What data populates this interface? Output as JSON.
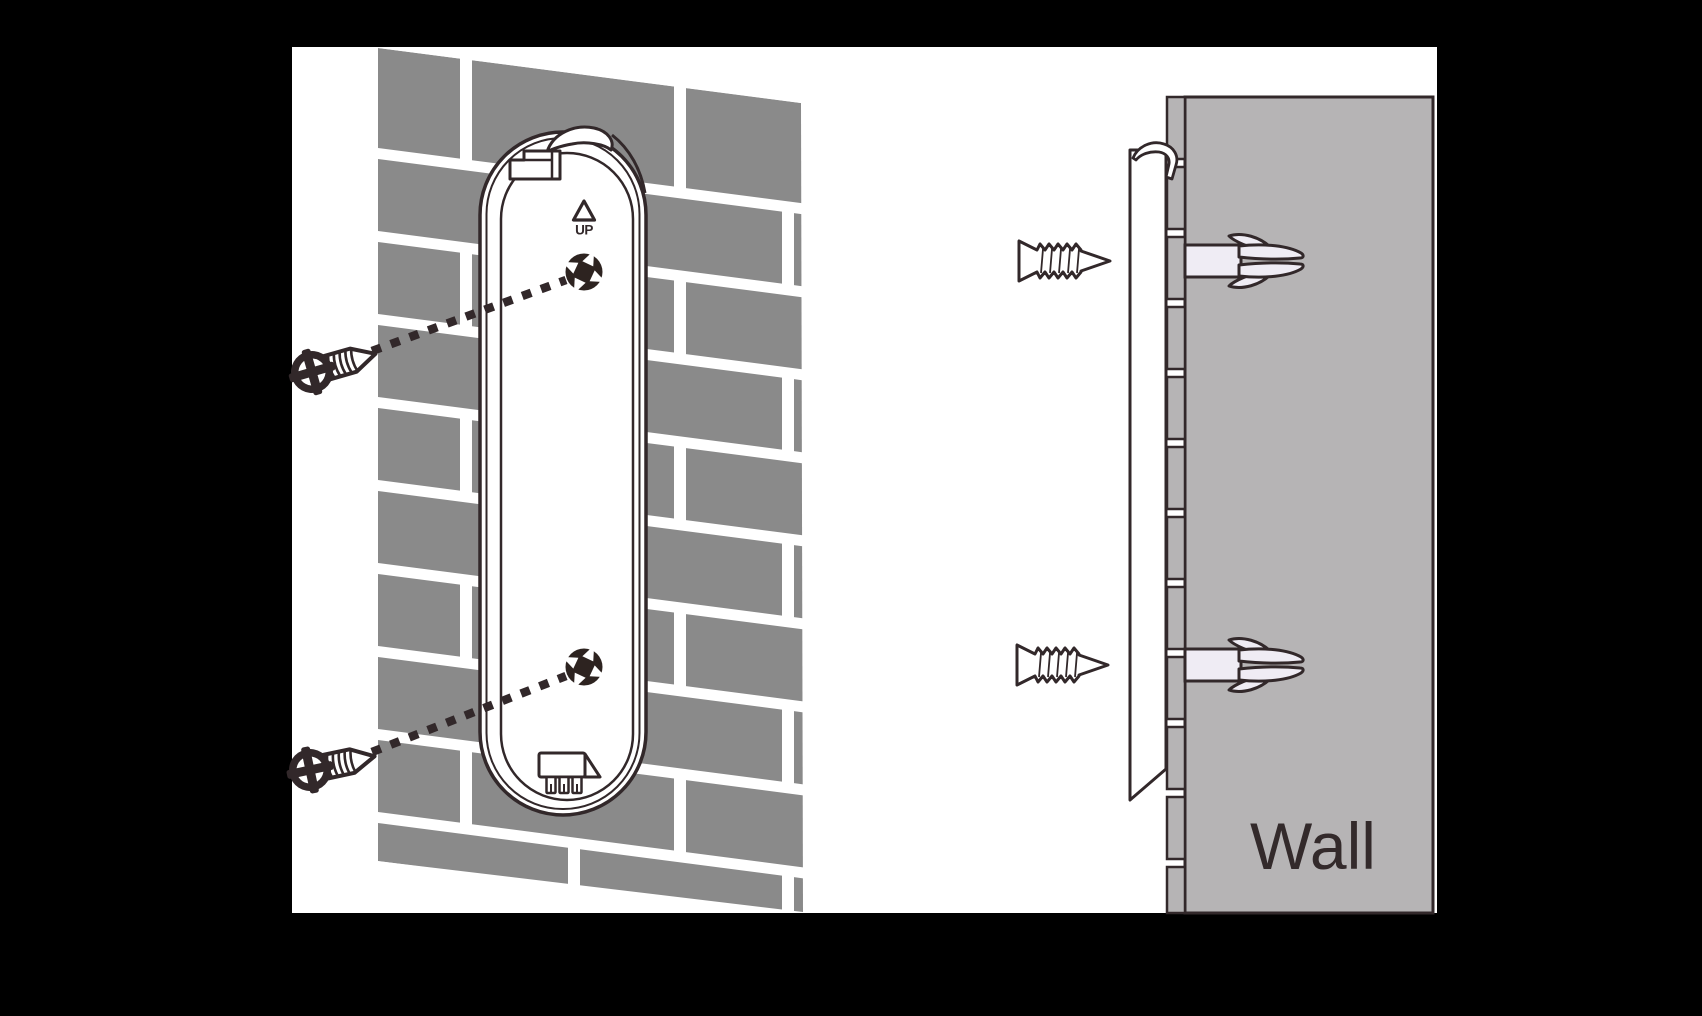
{
  "scene": {
    "description": "Wall-mounting installation diagram: bracket screwed to brick wall (front view) and screws with expansion anchors into wall (side view)",
    "background_color": "#000000",
    "page_color": "#ffffff"
  },
  "colors": {
    "line": "#32282a",
    "brick": "#8a8a8a",
    "wall_side": "#b6b4b5",
    "anchor_fill": "#efecf4",
    "bracket_fill": "#ffffff",
    "hole_fill": "#2d2320",
    "label_text": "#332a2b"
  },
  "left_panel": {
    "up_marking": "UP",
    "screw_count": 2,
    "screw_hole_count": 2,
    "dashed_guide_count": 2
  },
  "right_panel": {
    "wall_label": "Wall",
    "screw_count": 2,
    "anchor_count": 2
  }
}
